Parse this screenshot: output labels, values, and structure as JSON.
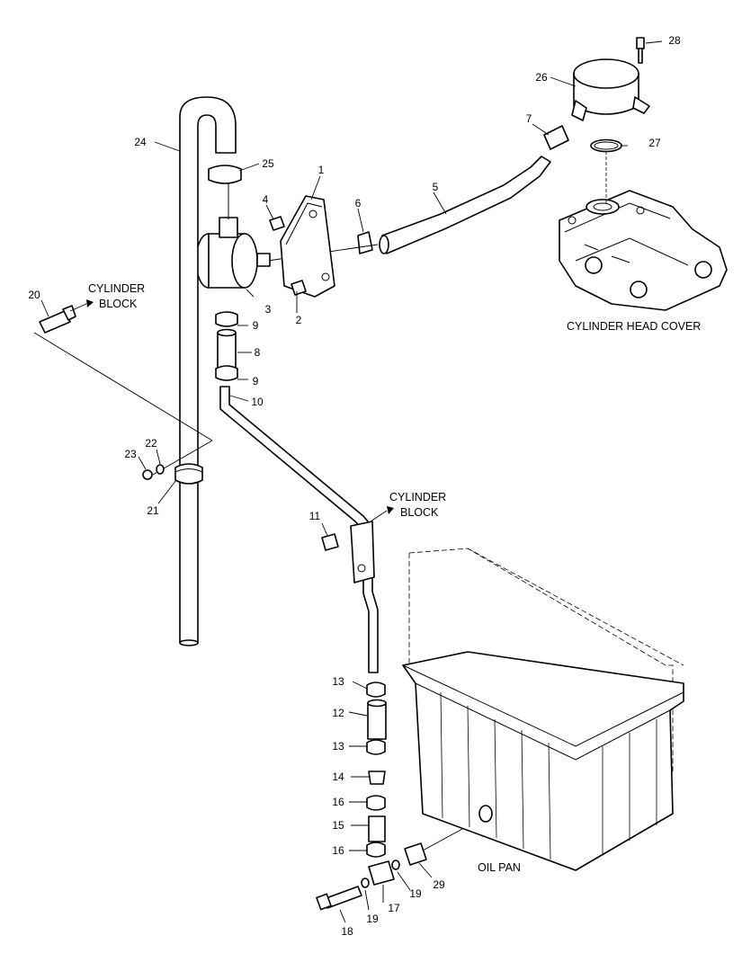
{
  "labels": {
    "cylinder_block_1": [
      "CYLINDER",
      "BLOCK"
    ],
    "cylinder_block_2": [
      "CYLINDER",
      "BLOCK"
    ],
    "cylinder_head_cover": "CYLINDER HEAD COVER",
    "oil_pan": "OIL PAN"
  },
  "callouts": {
    "n1": "1",
    "n2": "2",
    "n3": "3",
    "n4": "4",
    "n5": "5",
    "n6": "6",
    "n7": "7",
    "n8": "8",
    "n9a": "9",
    "n9b": "9",
    "n10": "10",
    "n11": "11",
    "n12": "12",
    "n13a": "13",
    "n13b": "13",
    "n14": "14",
    "n15": "15",
    "n16a": "16",
    "n16b": "16",
    "n17": "17",
    "n18": "18",
    "n19a": "19",
    "n19b": "19",
    "n20": "20",
    "n21": "21",
    "n22": "22",
    "n23": "23",
    "n24": "24",
    "n25": "25",
    "n26": "26",
    "n27": "27",
    "n28": "28",
    "n29": "29"
  }
}
